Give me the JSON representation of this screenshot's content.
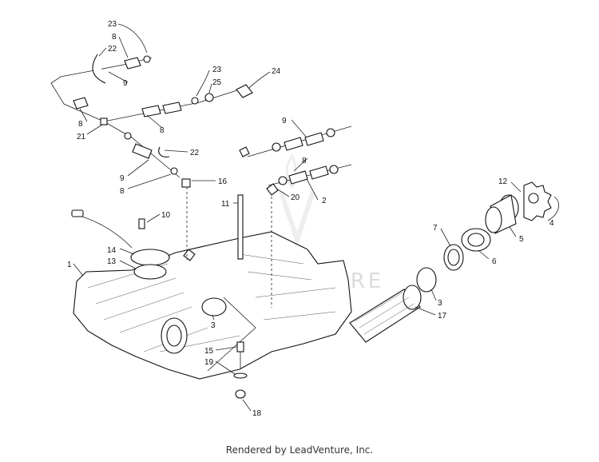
{
  "diagram": {
    "callouts": [
      {
        "id": "c23a",
        "text": "23"
      },
      {
        "id": "c8a",
        "text": "8"
      },
      {
        "id": "c22a",
        "text": "22"
      },
      {
        "id": "c9a",
        "text": "9"
      },
      {
        "id": "c8b",
        "text": "8"
      },
      {
        "id": "c21",
        "text": "21"
      },
      {
        "id": "c23b",
        "text": "23"
      },
      {
        "id": "c25",
        "text": "25"
      },
      {
        "id": "c24",
        "text": "24"
      },
      {
        "id": "c8c",
        "text": "8"
      },
      {
        "id": "c22b",
        "text": "22"
      },
      {
        "id": "c9b",
        "text": "9"
      },
      {
        "id": "c8d",
        "text": "8"
      },
      {
        "id": "c16",
        "text": "16"
      },
      {
        "id": "c9c",
        "text": "9"
      },
      {
        "id": "c8e",
        "text": "8"
      },
      {
        "id": "c2",
        "text": "2"
      },
      {
        "id": "c20",
        "text": "20"
      },
      {
        "id": "c11",
        "text": "11"
      },
      {
        "id": "c12",
        "text": "12"
      },
      {
        "id": "c4",
        "text": "4"
      },
      {
        "id": "c5",
        "text": "5"
      },
      {
        "id": "c7",
        "text": "7"
      },
      {
        "id": "c6",
        "text": "6"
      },
      {
        "id": "c10",
        "text": "10"
      },
      {
        "id": "c14",
        "text": "14"
      },
      {
        "id": "c13",
        "text": "13"
      },
      {
        "id": "c1",
        "text": "1"
      },
      {
        "id": "c3a",
        "text": "3"
      },
      {
        "id": "c3b",
        "text": "3"
      },
      {
        "id": "c17",
        "text": "17"
      },
      {
        "id": "c15",
        "text": "15"
      },
      {
        "id": "c19",
        "text": "19"
      },
      {
        "id": "c18",
        "text": "18"
      }
    ],
    "watermark": "LEADVENTURE",
    "footer": "Rendered by LeadVenture, Inc."
  }
}
